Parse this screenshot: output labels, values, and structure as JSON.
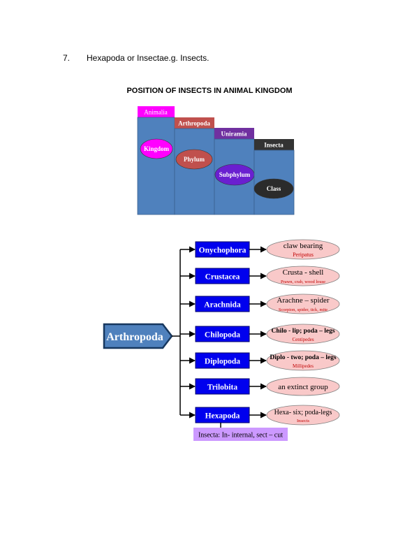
{
  "intro": {
    "number": "7.",
    "text": "Hexapoda or Insectae.g. Insects."
  },
  "figure_title": "POSITION OF INSECTS IN ANIMAL KINGDOM",
  "hierarchy": [
    {
      "header": "Animalia",
      "rank": "Kingdom",
      "header_color": "#ff00ff",
      "oval_color": "#ff00ff",
      "header_text_color": "#ffffff"
    },
    {
      "header": "Arthropoda",
      "rank": "Phylum",
      "header_color": "#c0504d",
      "oval_color": "#c0504d",
      "header_text_color": "#ffffff"
    },
    {
      "header": "Uniramia",
      "rank": "Subphylum",
      "header_color": "#7030a0",
      "oval_color": "#6a1fd0",
      "header_text_color": "#ffffff"
    },
    {
      "header": "Insecta",
      "rank": "Class",
      "header_color": "#333333",
      "oval_color": "#2b2b2b",
      "header_text_color": "#ffffff"
    }
  ],
  "arthropoda": {
    "root_label": "Arthropoda",
    "classes": [
      {
        "name": "Onychophora",
        "note_main": "claw bearing",
        "note_sub": "Peripatus",
        "main_bold": false
      },
      {
        "name": "Crustacea",
        "note_main": "Crusta - shell",
        "note_sub": "Prawn, crab, wood louse",
        "main_bold": false
      },
      {
        "name": "Arachnida",
        "note_main": "Arachne – spider",
        "note_sub": "Scorpion, spider, tick, mite",
        "main_bold": false
      },
      {
        "name": "Chilopoda",
        "note_main": "Chilo - lip; poda – legs",
        "note_sub": "Centipedes",
        "main_bold": true
      },
      {
        "name": "Diplopoda",
        "note_main": "Diplo - two; poda – legs",
        "note_sub": "Millipedes",
        "main_bold": true
      },
      {
        "name": "Trilobita",
        "note_main": "an extinct group",
        "note_sub": "",
        "main_bold": false
      },
      {
        "name": "Hexapoda",
        "note_main": "Hexa- six; poda-legs",
        "note_sub": "Insects",
        "main_bold": false
      }
    ],
    "insecta_note": "Insecta: In- internal, sect – cut"
  },
  "colors": {
    "column_fill": "#4f81bd",
    "class_box": "#0000ee",
    "note_oval": "#f9c9c9",
    "note_sub_text": "#c00000",
    "root_fill": "#4f81bd",
    "insecta_note_fill": "#cc99ff"
  }
}
